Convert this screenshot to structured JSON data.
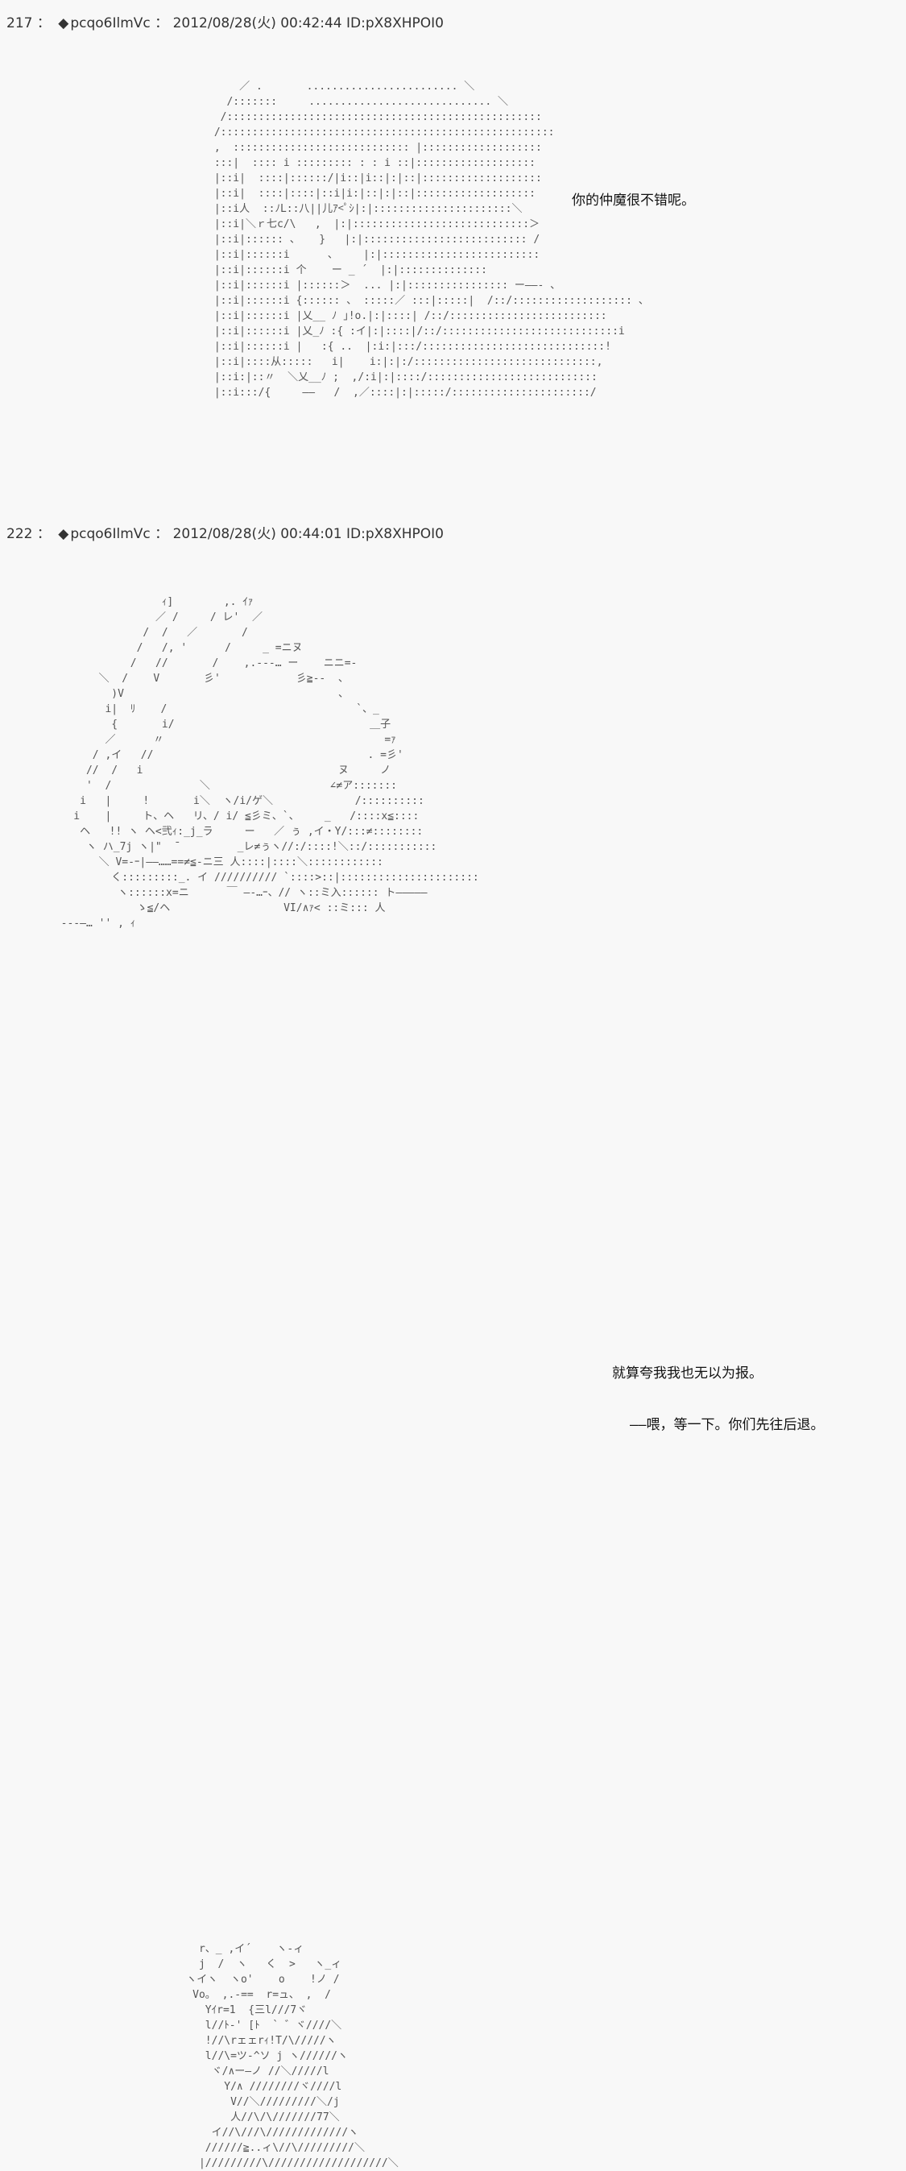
{
  "posts": [
    {
      "number": "217",
      "separator": "：",
      "author": "pcqo6IlmVc",
      "date": "2012/08/28(火) 00:42:44",
      "id": "ID:pX8XHPOI0",
      "lines": [
        "你的仲魔很不错呢。"
      ]
    },
    {
      "number": "222",
      "separator": "：",
      "author": "pcqo6IlmVc",
      "date": "2012/08/28(火) 00:44:01",
      "id": "ID:pX8XHPOI0",
      "lines": [
        "就算夸我我也无以为报。",
        "——喂，等一下。你们先往后退。"
      ]
    }
  ],
  "icons": {
    "author_marker": "diamond-icon"
  }
}
